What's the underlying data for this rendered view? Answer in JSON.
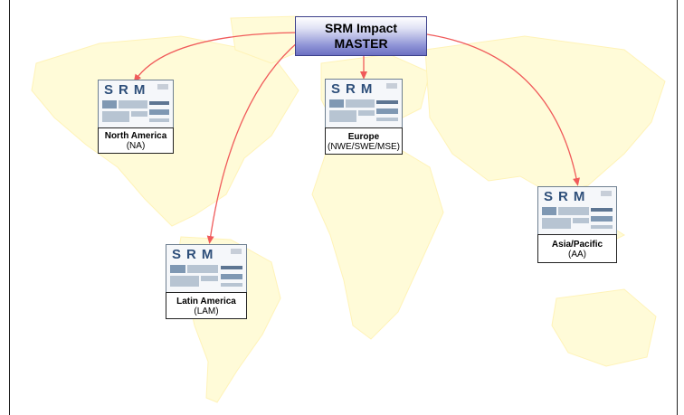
{
  "master": {
    "line1": "SRM Impact",
    "line2": "MASTER"
  },
  "logo_text": "SRM",
  "regions": [
    {
      "name": "North America",
      "code": "(NA)"
    },
    {
      "name": "Europe",
      "code": "(NWE/SWE/MSE)"
    },
    {
      "name": "Latin America",
      "code": "(LAM)"
    },
    {
      "name": "Asia/Pacific",
      "code": "(AA)"
    }
  ],
  "colors": {
    "arrow": "#f05a5a",
    "map": "#fffbd8",
    "master_accent": "#6c70c2"
  }
}
